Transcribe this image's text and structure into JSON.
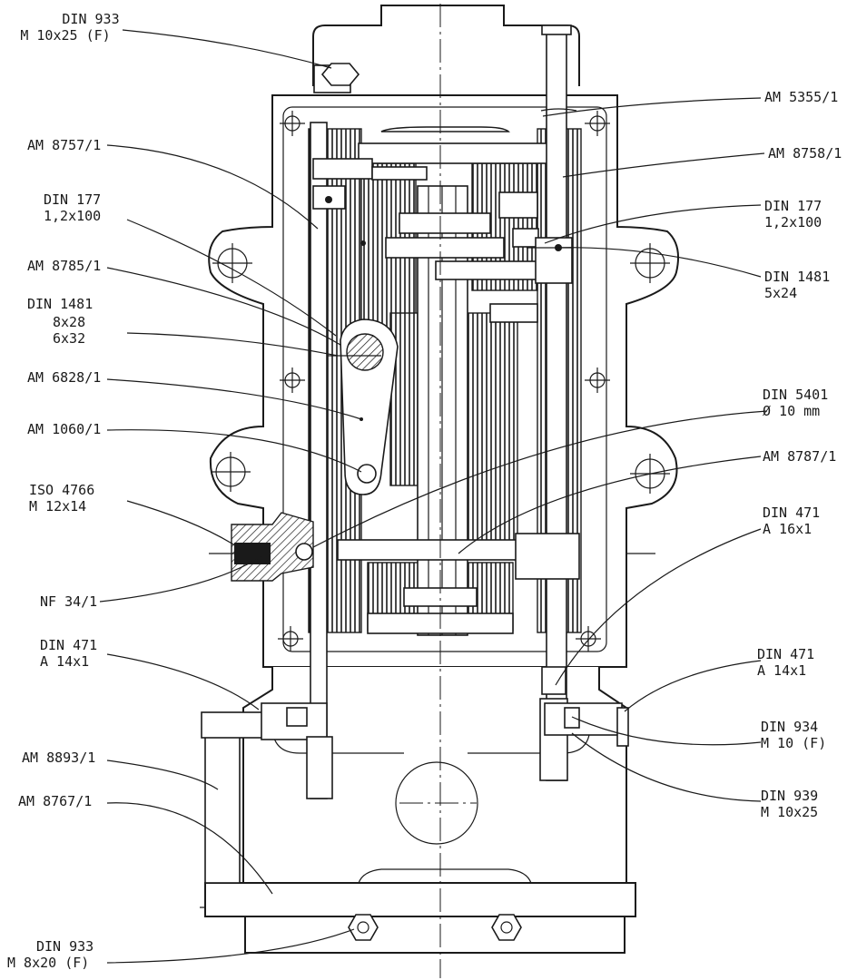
{
  "labels": {
    "din933_top": [
      "DIN 933",
      "M 10x25 (F)"
    ],
    "am8757": [
      "AM 8757/1"
    ],
    "din177_left": [
      "DIN 177",
      "1,2x100"
    ],
    "am8785": [
      "AM 8785/1"
    ],
    "din1481_left": [
      "DIN 1481",
      "8x28",
      "6x32"
    ],
    "am6828": [
      "AM 6828/1"
    ],
    "am1060": [
      "AM 1060/1"
    ],
    "iso4766": [
      "ISO 4766",
      "M 12x14"
    ],
    "nf34": [
      "NF 34/1"
    ],
    "din471_left": [
      "DIN 471",
      "A 14x1"
    ],
    "am8893": [
      "AM 8893/1"
    ],
    "am8767": [
      "AM 8767/1"
    ],
    "din933_bottom": [
      "DIN 933",
      "M 8x20 (F)"
    ],
    "am5355": [
      "AM 5355/1"
    ],
    "am8758": [
      "AM 8758/1"
    ],
    "din177_right": [
      "DIN 177",
      "1,2x100"
    ],
    "din1481_right": [
      "DIN 1481",
      "5x24"
    ],
    "din5401": [
      "DIN 5401",
      "Ø 10 mm"
    ],
    "am8787": [
      "AM 8787/1"
    ],
    "din471_a16": [
      "DIN 471",
      "A 16x1"
    ],
    "din471_right": [
      "DIN 471",
      "A 14x1"
    ],
    "din934": [
      "DIN 934",
      "M 10 (F)"
    ],
    "din939": [
      "DIN 939",
      "M 10x25"
    ]
  }
}
